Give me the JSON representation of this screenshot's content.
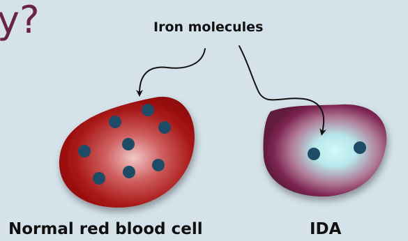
{
  "heading_fragment": "y?",
  "callout_label": "Iron molecules",
  "cells": [
    {
      "label": "Normal red blood cell",
      "iron_molecule_count": 8
    },
    {
      "label": "IDA",
      "iron_molecule_count": 2
    }
  ],
  "colors": {
    "background": "#d5e2ea",
    "normal_cell": "#a51313",
    "normal_cell_center": "#f0c8c8",
    "ida_cell": "#7a2450",
    "ida_cell_center": "#cdfafa",
    "iron_molecule": "#1e4c67",
    "heading": "#6a2347"
  }
}
